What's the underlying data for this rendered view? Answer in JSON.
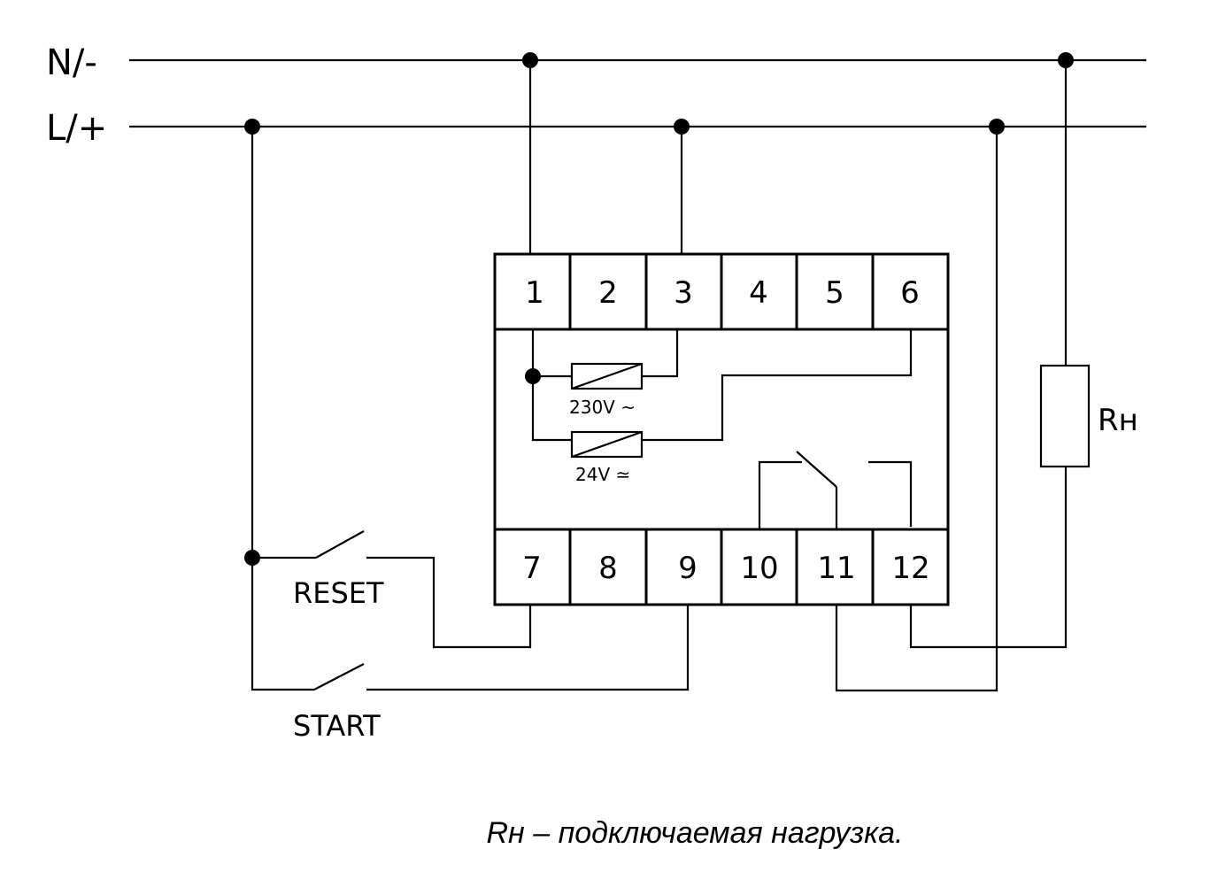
{
  "rails": {
    "neutral_label": "N/-",
    "line_label": "L/+"
  },
  "terminals": {
    "top": [
      "1",
      "2",
      "3",
      "4",
      "5",
      "6"
    ],
    "bottom": [
      "7",
      "8",
      "9",
      "10",
      "11",
      "12"
    ]
  },
  "coils": {
    "coil_230_label": "230V ~",
    "coil_24_label": "24V ≃"
  },
  "switches": {
    "reset_label": "RESET",
    "start_label": "START"
  },
  "load": {
    "label": "Rн"
  },
  "caption": {
    "text": "Rн – подключаемая нагрузка."
  }
}
